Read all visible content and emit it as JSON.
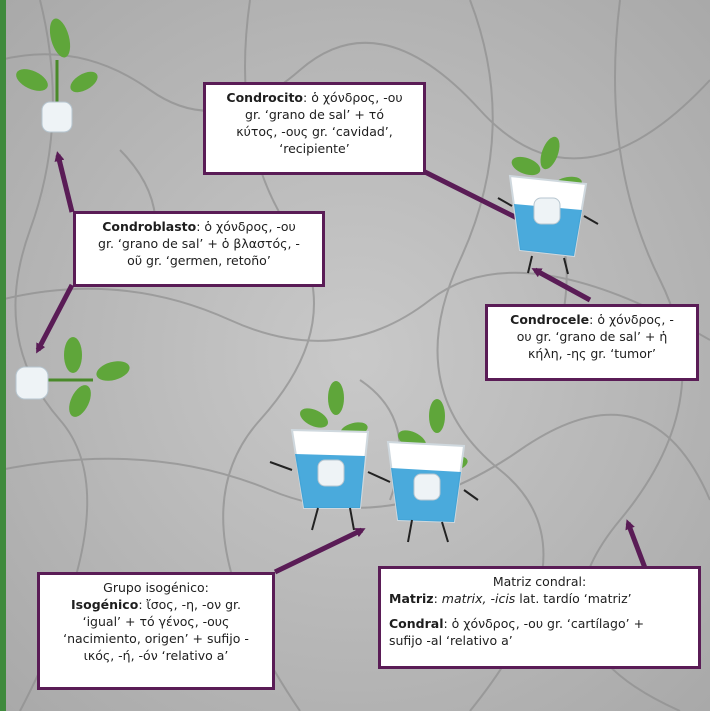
{
  "colors": {
    "frame": "#5a1c56",
    "arrow": "#5a1c56",
    "leaf": "#5fa63a",
    "water": "#2a9bd6",
    "background": "#b9b9b9"
  },
  "boxes": {
    "condrocito": {
      "term": "Condrocito",
      "l1": ": ὁ χόνδρος, -ου",
      "l2": "gr. ‘grano de sal’ + τό",
      "l3": "κύτος, -ους gr. ‘cavidad’,",
      "l4": "‘recipiente’"
    },
    "condroblasto": {
      "term": "Condroblasto",
      "l1": ": ὁ χόνδρος, -ου",
      "l2": "gr. ‘grano de sal’ + ὁ βλαστός, -",
      "l3": "οῦ gr. ‘germen, retoño’"
    },
    "condrocele": {
      "term": "Condrocele",
      "l1": ": ὁ χόνδρος, -",
      "l2": "ου gr. ‘grano de sal’ + ἡ",
      "l3": "κήλη, -ης gr. ‘tumor’"
    },
    "grupo": {
      "title": "Grupo isogénico:",
      "term": "Isogénico",
      "l1": ": ἴσος, -η, -ον gr.",
      "l2": "‘igual’ + τό γένος, -ους",
      "l3": "‘nacimiento, origen’ + sufijo -",
      "l4": "ικός, -ή, -όν ‘relativo a’"
    },
    "matriz": {
      "title": "Matriz condral:",
      "term1": "Matriz",
      "t1a": ": ",
      "t1b": "matrix, -icis",
      "t1c": " lat. tardío ‘matriz’",
      "term2": "Condral",
      "t2a": ": ὁ χόνδρος, -ου gr. ‘cartílago’ +",
      "t2b": "sufijo -al ‘relativo a’"
    }
  }
}
